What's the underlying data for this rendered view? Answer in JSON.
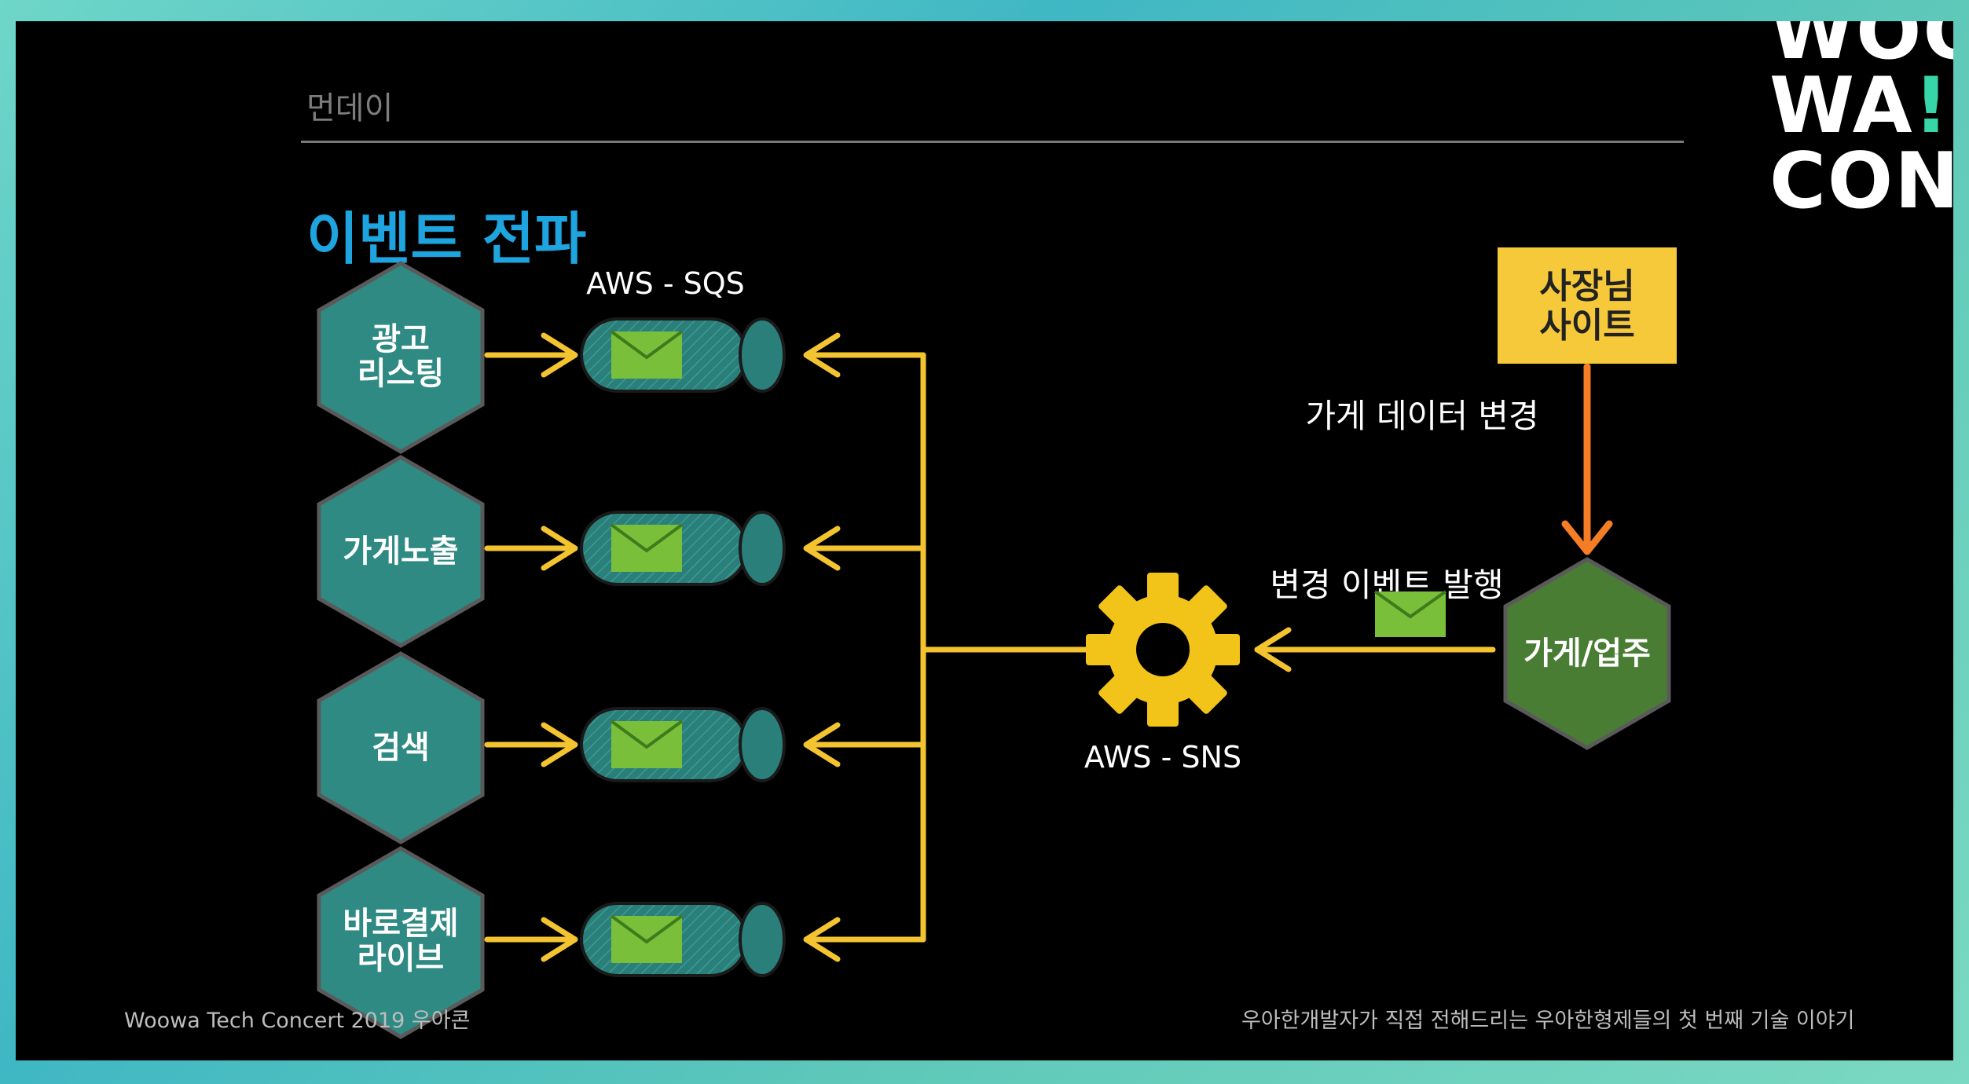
{
  "section_label": "먼데이",
  "title": "이벤트 전파",
  "logo": {
    "line1": "WOO",
    "line2_a": "WA",
    "line2_b": "!",
    "line3": "CON"
  },
  "footer": {
    "left": "Woowa Tech Concert  2019 우아콘",
    "right": "우아한개발자가 직접 전해드리는 우아한형제들의 첫 번째 기술 이야기"
  },
  "diagram": {
    "sqs_label": "AWS - SQS",
    "sns_label": "AWS - SNS",
    "consumers": [
      {
        "line1": "광고",
        "line2": "리스팅"
      },
      {
        "line1": "가게노출",
        "line2": ""
      },
      {
        "line1": "검색",
        "line2": ""
      },
      {
        "line1": "바로결제",
        "line2": "라이브"
      }
    ],
    "owner_site": {
      "line1": "사장님",
      "line2": "사이트"
    },
    "store_change_label": "가게 데이터 변경",
    "publish_label": "변경 이벤트 발행",
    "store_node": "가게/업주"
  },
  "colors": {
    "hexagon_teal": "#2f8a84",
    "hexagon_green": "#4a7d34",
    "queue_teal": "#2a7f7a",
    "envelope_green": "#79bf3a",
    "arrow_yellow": "#f4c430",
    "gear_yellow": "#f2c319",
    "owner_box": "#f6c93a",
    "arrow_orange": "#f47d25",
    "title_blue": "#1ea4de"
  }
}
